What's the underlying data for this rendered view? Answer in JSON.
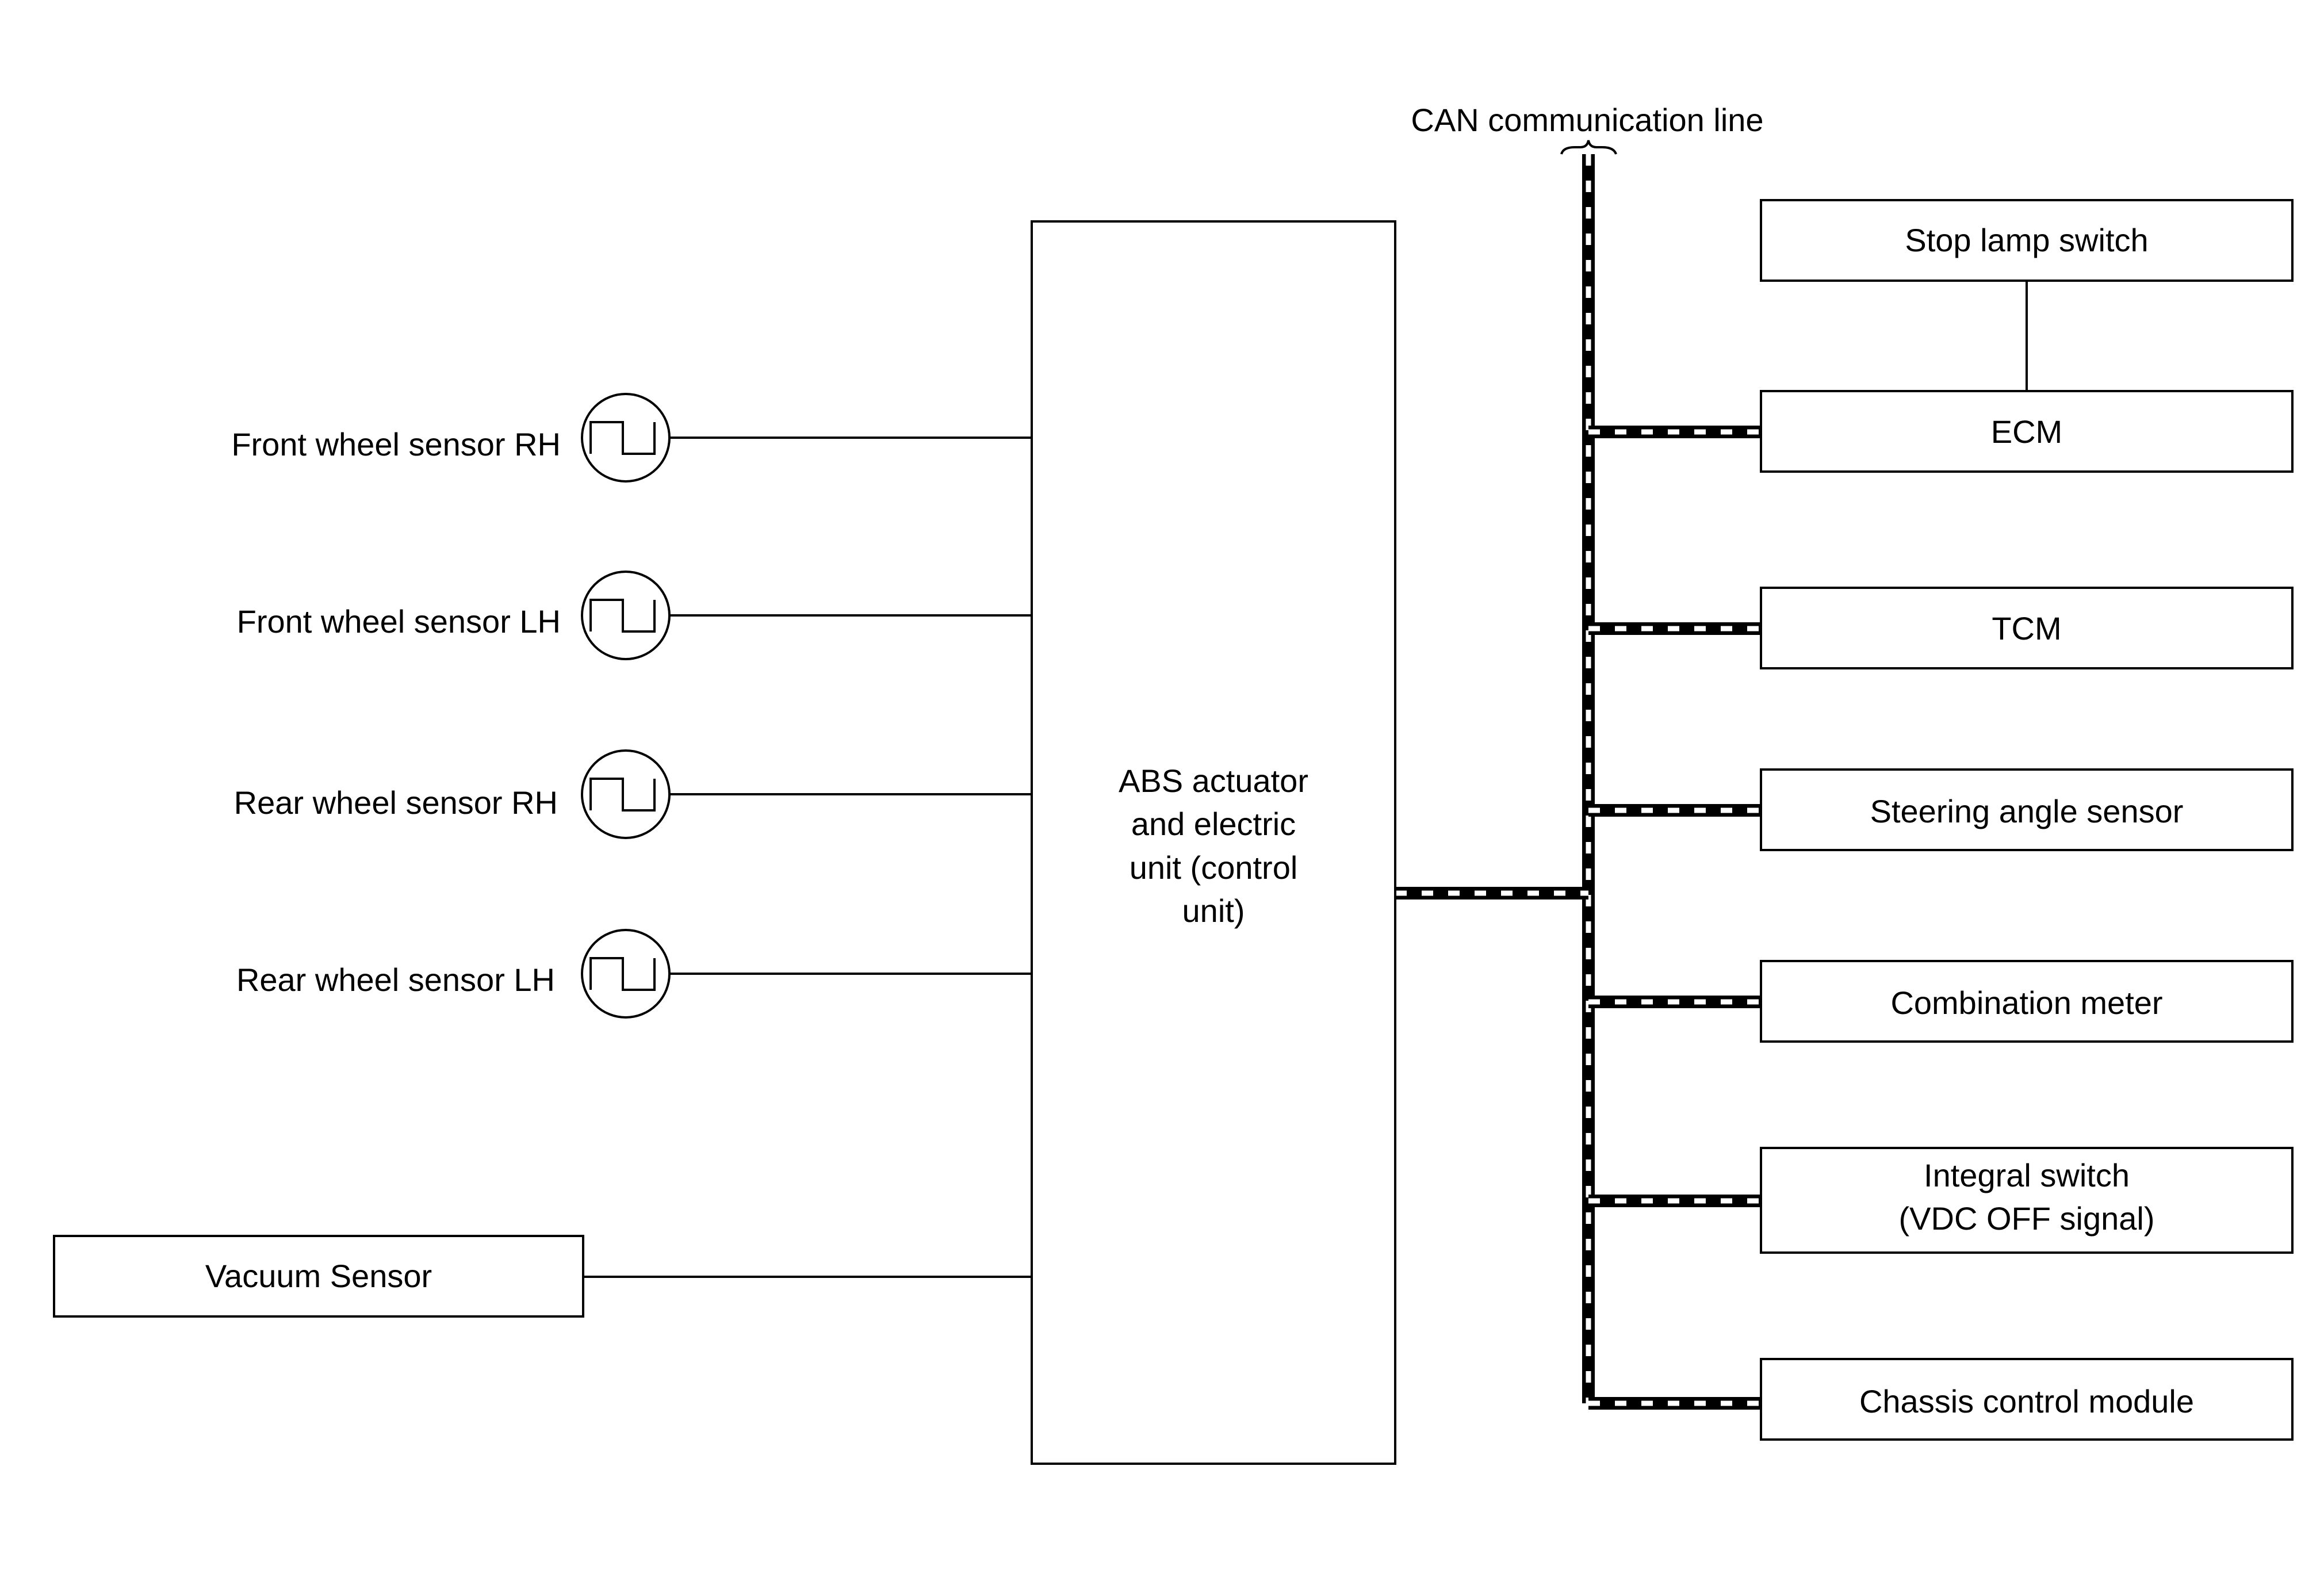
{
  "can_line": {
    "label": "CAN communication line"
  },
  "abs_unit": {
    "label_lines": [
      "ABS actuator",
      "and electric",
      "unit (control",
      "unit)"
    ]
  },
  "wheel_sensors": [
    {
      "label": "Front wheel sensor RH",
      "icon": "pulse-sensor-icon"
    },
    {
      "label": "Front wheel sensor LH",
      "icon": "pulse-sensor-icon"
    },
    {
      "label": "Rear wheel sensor RH",
      "icon": "pulse-sensor-icon"
    },
    {
      "label": "Rear wheel sensor LH",
      "icon": "pulse-sensor-icon"
    }
  ],
  "vacuum_sensor": {
    "label": "Vacuum Sensor"
  },
  "stop_lamp_switch": {
    "label": "Stop lamp switch"
  },
  "can_modules": [
    {
      "label_lines": [
        "ECM"
      ]
    },
    {
      "label_lines": [
        "TCM"
      ]
    },
    {
      "label_lines": [
        "Steering angle sensor"
      ]
    },
    {
      "label_lines": [
        "Combination meter"
      ]
    },
    {
      "label_lines": [
        "Integral switch",
        "(VDC OFF signal)"
      ]
    },
    {
      "label_lines": [
        "Chassis control module"
      ]
    }
  ]
}
